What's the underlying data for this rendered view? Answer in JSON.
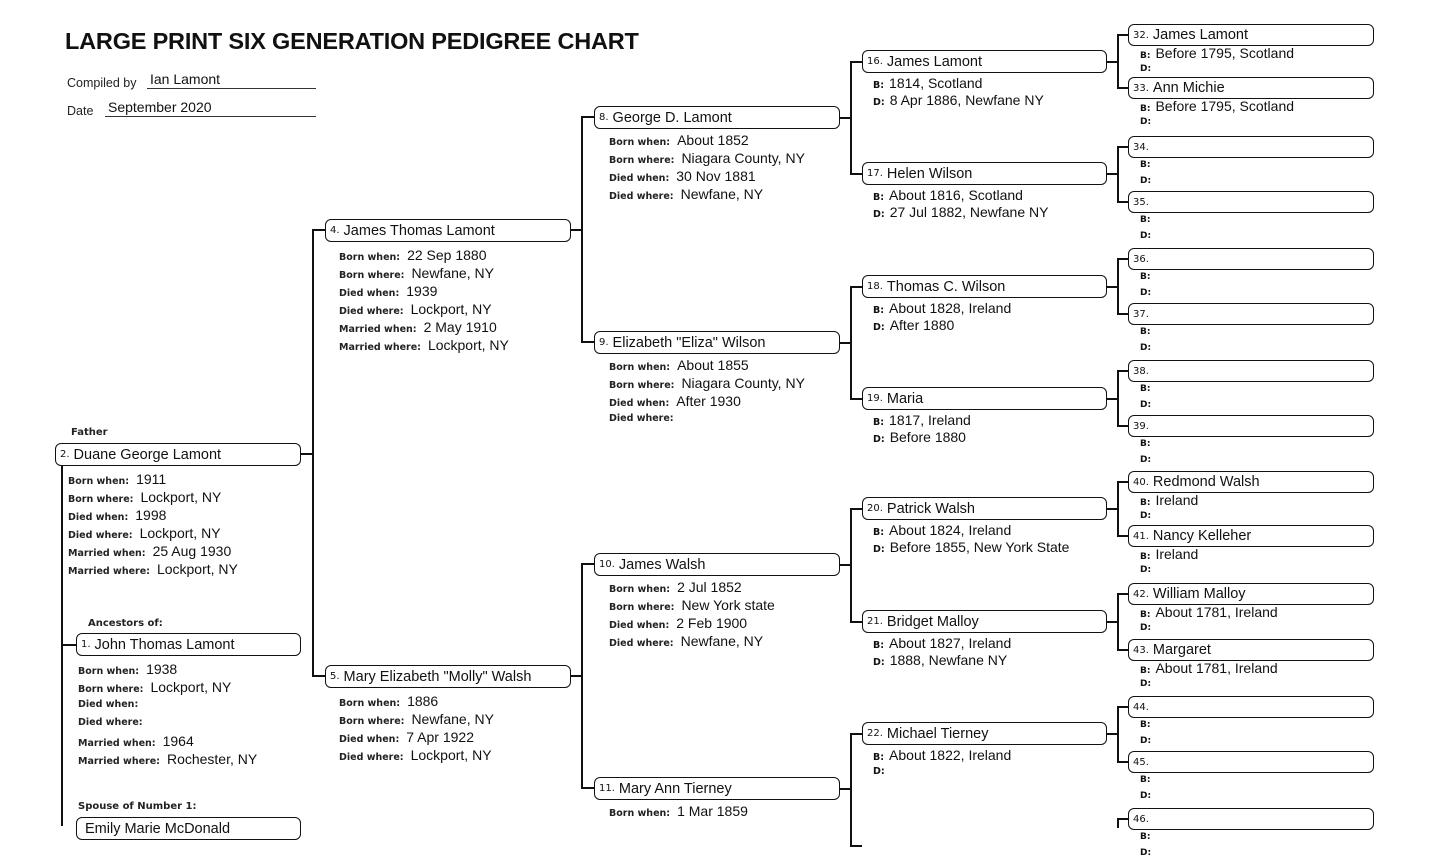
{
  "header": {
    "title": "LARGE PRINT SIX GENERATION PEDIGREE CHART",
    "compiled_by_label": "Compiled by",
    "compiled_by": "Ian Lamont",
    "date_label": "Date",
    "date": "September 2020"
  },
  "labels": {
    "father": "Father",
    "ancestors_of": "Ancestors of:",
    "spouse_of": "Spouse of Number 1:",
    "born_when": "Born when:",
    "born_where": "Born where:",
    "died_when": "Died when:",
    "died_where": "Died where:",
    "married_when": "Married when:",
    "married_where": "Married where:",
    "b": "B:",
    "d": "D:"
  },
  "people": {
    "1": {
      "num": "1.",
      "name": "John Thomas Lamont",
      "born_when": "1938",
      "born_where": "Lockport, NY",
      "died_when": "",
      "died_where": "",
      "married_when": "1964",
      "married_where": "Rochester, NY"
    },
    "spouse": {
      "name": "Emily Marie McDonald"
    },
    "2": {
      "num": "2.",
      "name": "Duane George Lamont",
      "born_when": "1911",
      "born_where": "Lockport, NY",
      "died_when": "1998",
      "died_where": "Lockport, NY",
      "married_when": "25 Aug 1930",
      "married_where": "Lockport, NY"
    },
    "4": {
      "num": "4.",
      "name": "James Thomas Lamont",
      "born_when": "22 Sep 1880",
      "born_where": "Newfane, NY",
      "died_when": "1939",
      "died_where": "Lockport, NY",
      "married_when": "2 May 1910",
      "married_where": "Lockport, NY"
    },
    "5": {
      "num": "5.",
      "name": "Mary Elizabeth \"Molly\" Walsh",
      "born_when": "1886",
      "born_where": "Newfane, NY",
      "died_when": "7 Apr 1922",
      "died_where": "Lockport, NY"
    },
    "8": {
      "num": "8.",
      "name": "George D. Lamont",
      "born_when": "About 1852",
      "born_where": "Niagara County, NY",
      "died_when": "30 Nov 1881",
      "died_where": "Newfane, NY"
    },
    "9": {
      "num": "9.",
      "name": "Elizabeth \"Eliza\" Wilson",
      "born_when": "About 1855",
      "born_where": "Niagara County, NY",
      "died_when": "After 1930",
      "died_where": ""
    },
    "10": {
      "num": "10.",
      "name": "James Walsh",
      "born_when": "2 Jul 1852",
      "born_where": "New York state",
      "died_when": "2 Feb 1900",
      "died_where": "Newfane, NY"
    },
    "11": {
      "num": "11.",
      "name": "Mary Ann Tierney",
      "born_when": "1 Mar 1859"
    },
    "16": {
      "num": "16.",
      "name": "James Lamont",
      "b": "1814, Scotland",
      "d": "8 Apr 1886, Newfane NY"
    },
    "17": {
      "num": "17.",
      "name": "Helen Wilson",
      "b": "About 1816, Scotland",
      "d": "27 Jul 1882, Newfane NY"
    },
    "18": {
      "num": "18.",
      "name": "Thomas C. Wilson",
      "b": "About 1828, Ireland",
      "d": "After 1880"
    },
    "19": {
      "num": "19.",
      "name": "Maria",
      "b": "1817, Ireland",
      "d": "Before 1880"
    },
    "20": {
      "num": "20.",
      "name": "Patrick Walsh",
      "b": "About 1824, Ireland",
      "d": "Before 1855, New York State"
    },
    "21": {
      "num": "21.",
      "name": "Bridget Malloy",
      "b": "About 1827, Ireland",
      "d": "1888, Newfane NY"
    },
    "22": {
      "num": "22.",
      "name": "Michael Tierney",
      "b": "About 1822, Ireland",
      "d": ""
    },
    "32": {
      "num": "32.",
      "name": "James Lamont",
      "b": "Before 1795, Scotland",
      "d": ""
    },
    "33": {
      "num": "33.",
      "name": "Ann Michie",
      "b": "Before 1795, Scotland",
      "d": ""
    },
    "34": {
      "num": "34.",
      "name": "",
      "b": "",
      "d": ""
    },
    "35": {
      "num": "35.",
      "name": "",
      "b": "",
      "d": ""
    },
    "36": {
      "num": "36.",
      "name": "",
      "b": "",
      "d": ""
    },
    "37": {
      "num": "37.",
      "name": "",
      "b": "",
      "d": ""
    },
    "38": {
      "num": "38.",
      "name": "",
      "b": "",
      "d": ""
    },
    "39": {
      "num": "39.",
      "name": "",
      "b": "",
      "d": ""
    },
    "40": {
      "num": "40.",
      "name": "Redmond Walsh",
      "b": "Ireland",
      "d": ""
    },
    "41": {
      "num": "41.",
      "name": "Nancy Kelleher",
      "b": "Ireland",
      "d": ""
    },
    "42": {
      "num": "42.",
      "name": "William Malloy",
      "b": "About 1781, Ireland",
      "d": ""
    },
    "43": {
      "num": "43.",
      "name": "Margaret",
      "b": "About 1781, Ireland",
      "d": ""
    },
    "44": {
      "num": "44.",
      "name": "",
      "b": "",
      "d": ""
    },
    "45": {
      "num": "45.",
      "name": "",
      "b": "",
      "d": ""
    },
    "46": {
      "num": "46.",
      "name": "",
      "b": "",
      "d": ""
    }
  }
}
